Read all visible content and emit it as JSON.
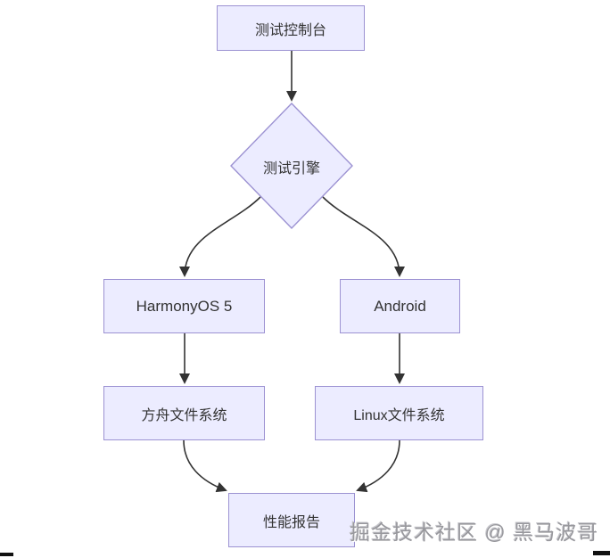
{
  "diagram": {
    "type": "flowchart",
    "direction": "top-down",
    "nodes": {
      "console": {
        "label": "测试控制台",
        "shape": "rect"
      },
      "engine": {
        "label": "测试引擎",
        "shape": "diamond"
      },
      "harmony": {
        "label": "HarmonyOS 5",
        "shape": "rect"
      },
      "android": {
        "label": "Android",
        "shape": "rect"
      },
      "ark_fs": {
        "label": "方舟文件系统",
        "shape": "rect"
      },
      "linux_fs": {
        "label": "Linux文件系统",
        "shape": "rect"
      },
      "report": {
        "label": "性能报告",
        "shape": "rect"
      }
    },
    "edges": [
      {
        "from": "console",
        "to": "engine"
      },
      {
        "from": "engine",
        "to": "harmony"
      },
      {
        "from": "engine",
        "to": "android"
      },
      {
        "from": "harmony",
        "to": "ark_fs"
      },
      {
        "from": "android",
        "to": "linux_fs"
      },
      {
        "from": "ark_fs",
        "to": "report"
      },
      {
        "from": "linux_fs",
        "to": "report"
      }
    ],
    "colors": {
      "node_fill": "#ececff",
      "node_border": "#9c92d2",
      "edge_line": "#333333",
      "label_text": "#333333",
      "background": "#ffffff"
    }
  },
  "watermark": {
    "text": "掘金技术社区 @ 黑马波哥",
    "color": "#98989d"
  }
}
